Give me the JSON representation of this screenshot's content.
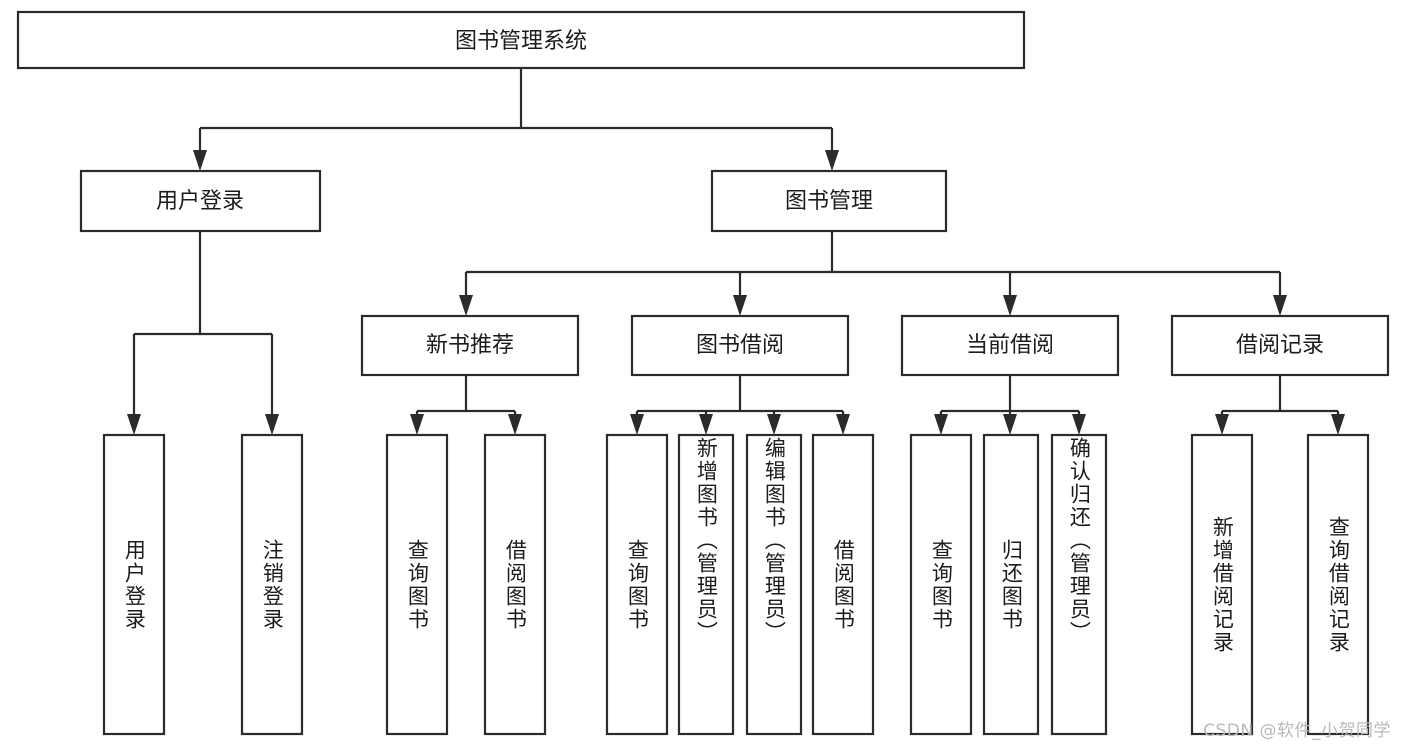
{
  "diagram": {
    "type": "tree-hierarchy",
    "title": "图书管理系统",
    "watermark": "CSDN @软件_小贺同学",
    "colors": {
      "stroke": "#2b2b2b",
      "fill": "#ffffff",
      "text": "#1c1c1c",
      "watermark": "#b9b9b9",
      "background": "#ffffff"
    },
    "root": {
      "label": "图书管理系统"
    },
    "level2": [
      {
        "label": "用户登录"
      },
      {
        "label": "图书管理"
      }
    ],
    "level3": [
      {
        "label": "新书推荐"
      },
      {
        "label": "图书借阅"
      },
      {
        "label": "当前借阅"
      },
      {
        "label": "借阅记录"
      }
    ],
    "leaves": {
      "user_login": [
        {
          "label": "用户登录"
        },
        {
          "label": "注销登录"
        }
      ],
      "new_book_recommend": [
        {
          "label": "查询图书"
        },
        {
          "label": "借阅图书"
        }
      ],
      "book_borrow": [
        {
          "label": "查询图书"
        },
        {
          "label": "新增图书（管理员）"
        },
        {
          "label": "编辑图书（管理员）"
        },
        {
          "label": "借阅图书"
        }
      ],
      "current_borrow": [
        {
          "label": "查询图书"
        },
        {
          "label": "归还图书"
        },
        {
          "label": "确认归还（管理员）"
        }
      ],
      "borrow_record": [
        {
          "label": "新增借阅记录"
        },
        {
          "label": "查询借阅记录"
        }
      ]
    }
  }
}
